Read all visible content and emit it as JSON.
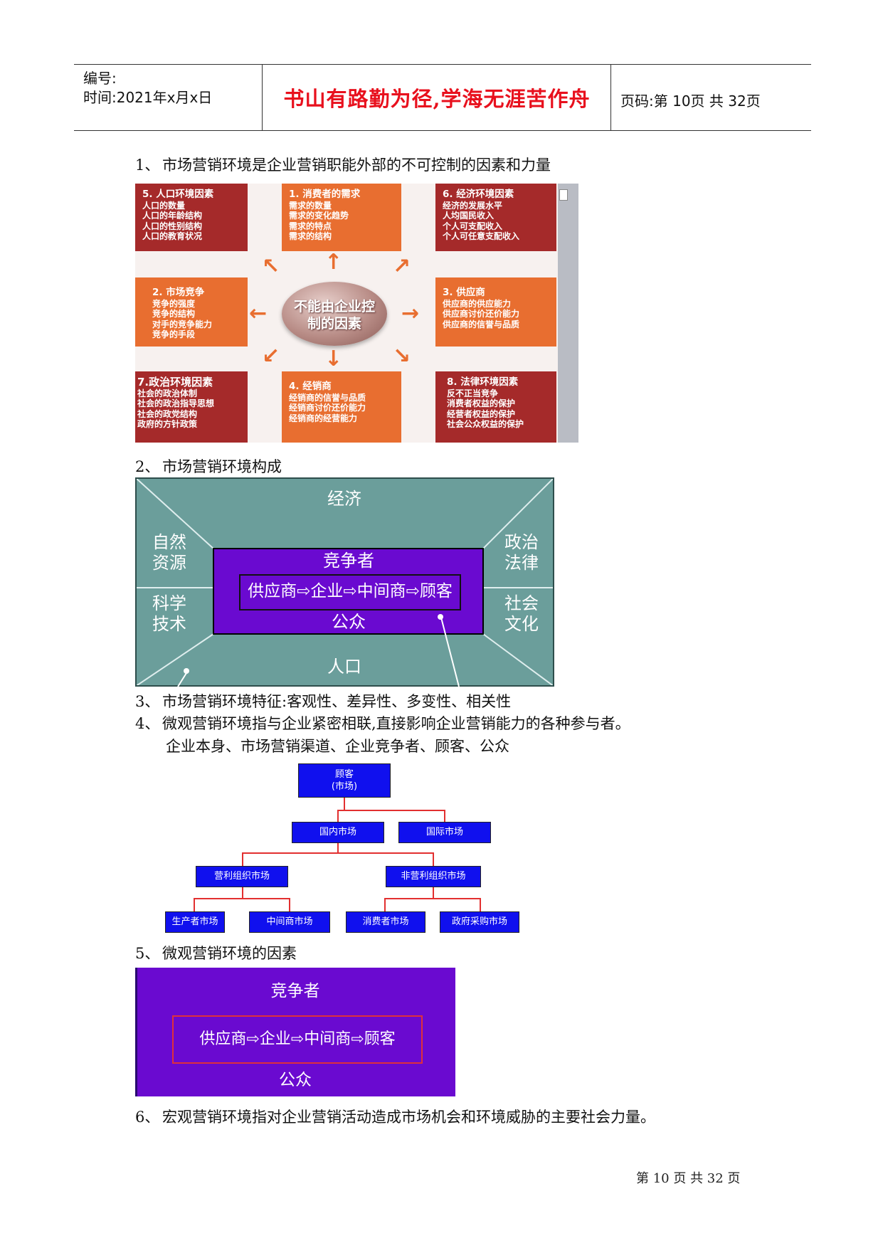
{
  "header": {
    "number_label": "编号:",
    "time_label": "时间:2021年x月x日",
    "motto": "书山有路勤为径,学海无涯苦作舟",
    "page_info": "页码:第 10页 共 32页"
  },
  "items": [
    {
      "num": "1、",
      "text": "市场营销环境是企业营销职能外部的不可控制的因素和力量"
    },
    {
      "num": "2、",
      "text": "市场营销环境构成"
    },
    {
      "num": "3、",
      "text": "市场营销环境特征:客观性、差异性、多变性、相关性"
    },
    {
      "num": "4、",
      "text": "微观营销环境指与企业紧密相联,直接影响企业营销能力的各种参与者。"
    },
    {
      "num": "",
      "text": "企业本身、市场营销渠道、企业竞争者、顾客、公众"
    },
    {
      "num": "5、",
      "text": "微观营销环境的因素"
    },
    {
      "num": "6、",
      "text": "宏观营销环境指对企业营销活动造成市场机会和环境威胁的主要社会力量。"
    }
  ],
  "figure1": {
    "center": "不能由企业控制的因素",
    "boxes": [
      {
        "title": "5. 人口环境因素",
        "lines": [
          "人口的数量",
          "人口的年龄结构",
          "人口的性别结构",
          "人口的教育状况"
        ]
      },
      {
        "title": "1. 消费者的需求",
        "lines": [
          "需求的数量",
          "需求的变化趋势",
          "需求的特点",
          "需求的结构"
        ]
      },
      {
        "title": "6. 经济环境因素",
        "lines": [
          "经济的发展水平",
          "人均国民收入",
          "个人可支配收入",
          "个人可任意支配收入"
        ]
      },
      {
        "title": "2. 市场竞争",
        "lines": [
          "竞争的强度",
          "竞争的结构",
          "对手的竞争能力",
          "竞争的手段"
        ]
      },
      {
        "title": "3. 供应商",
        "lines": [
          "供应商的供应能力",
          "供应商讨价还价能力",
          "供应商的信誉与品质"
        ]
      },
      {
        "title": "7.政治环境因素",
        "lines": [
          "社会的政治体制",
          "社会的政治指导思想",
          "社会的政党结构",
          "政府的方针政策"
        ]
      },
      {
        "title": "4. 经销商",
        "lines": [
          "经销商的信誉与品质",
          "经销商讨价还价能力",
          "经销商的经营能力"
        ]
      },
      {
        "title": "8. 法律环境因素",
        "lines": [
          "反不正当竞争",
          "消费者权益的保护",
          "经营者权益的保护",
          "社会公众权益的保护"
        ]
      }
    ]
  },
  "figure2": {
    "top": "经济",
    "left_top": "自然\n资源",
    "left_bottom": "科学\n技术",
    "right_top": "政治\n法律",
    "right_bottom": "社会\n文化",
    "bottom": "人口",
    "inner_top": "竞争者",
    "chain": "供应商⇨企业⇨中间商⇨顾客",
    "inner_bottom": "公众"
  },
  "figure3": {
    "root": "顾客\n(市场)",
    "level1": [
      "国内市场",
      "国际市场"
    ],
    "level2": [
      "营利组织市场",
      "非营利组织市场"
    ],
    "level3": [
      "生产者市场",
      "中间商市场",
      "消费者市场",
      "政府采购市场"
    ]
  },
  "figure4": {
    "top": "竞争者",
    "chain": "供应商⇨企业⇨中间商⇨顾客",
    "bottom": "公众"
  },
  "footer": "第 10 页 共 32 页",
  "colors": {
    "motto": "#e8101d",
    "red_box": "#a52a2a",
    "orange_box": "#e86e30",
    "teal": "#6b9e9b",
    "purple": "#6a0ad0",
    "blue_box": "#1010ee"
  }
}
